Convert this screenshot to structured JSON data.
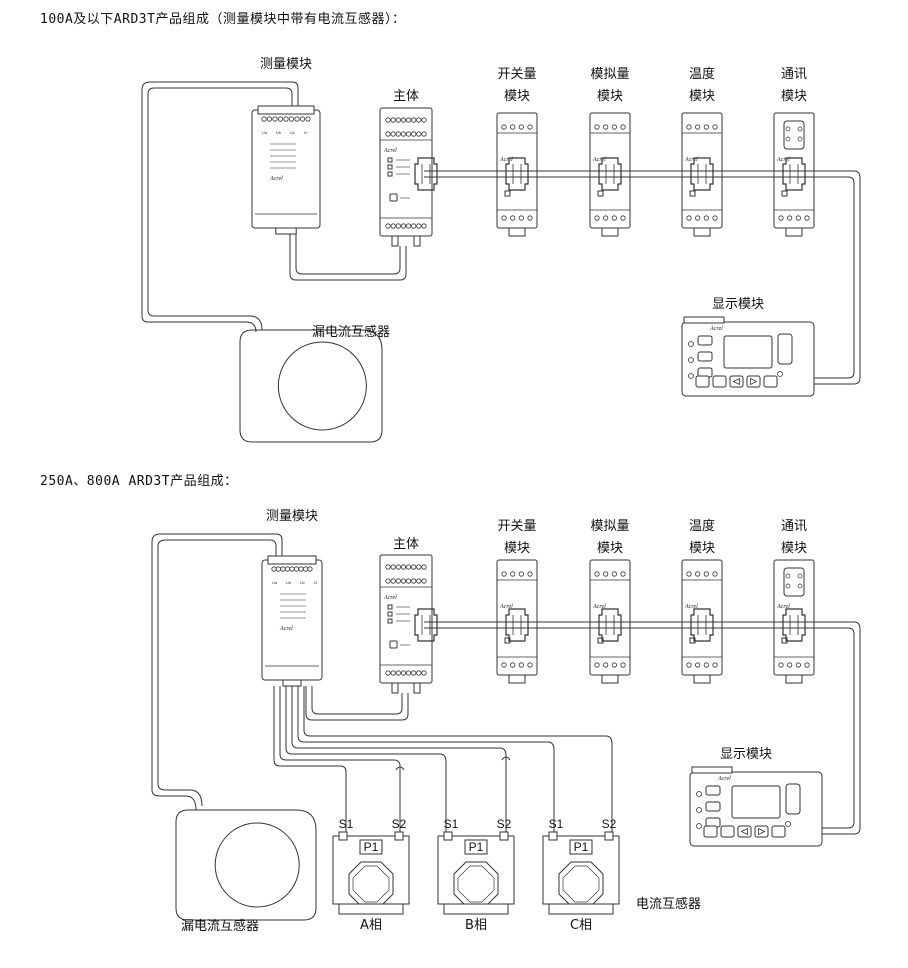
{
  "headings": {
    "section1": "100A及以下ARD3T产品组成（测量模块中带有电流互感器）：",
    "section2": "250A、800A ARD3T产品组成："
  },
  "labels": {
    "measure_module": "测量模块",
    "main_body": "主体",
    "switch_line1": "开关量",
    "analog_line1": "模拟量",
    "temp_line1": "温度",
    "comm_line1": "通讯",
    "module_word": "模块",
    "display_module": "显示模块",
    "leakage_ct": "漏电流互感器",
    "current_ct": "电流互感器",
    "s1": "S1",
    "s2": "S2",
    "p1": "P1",
    "phase_a": "A相",
    "phase_b": "B相",
    "phase_c": "C相"
  },
  "brand": "Acrel",
  "colors": {
    "line": "#333333",
    "bg": "#ffffff"
  }
}
